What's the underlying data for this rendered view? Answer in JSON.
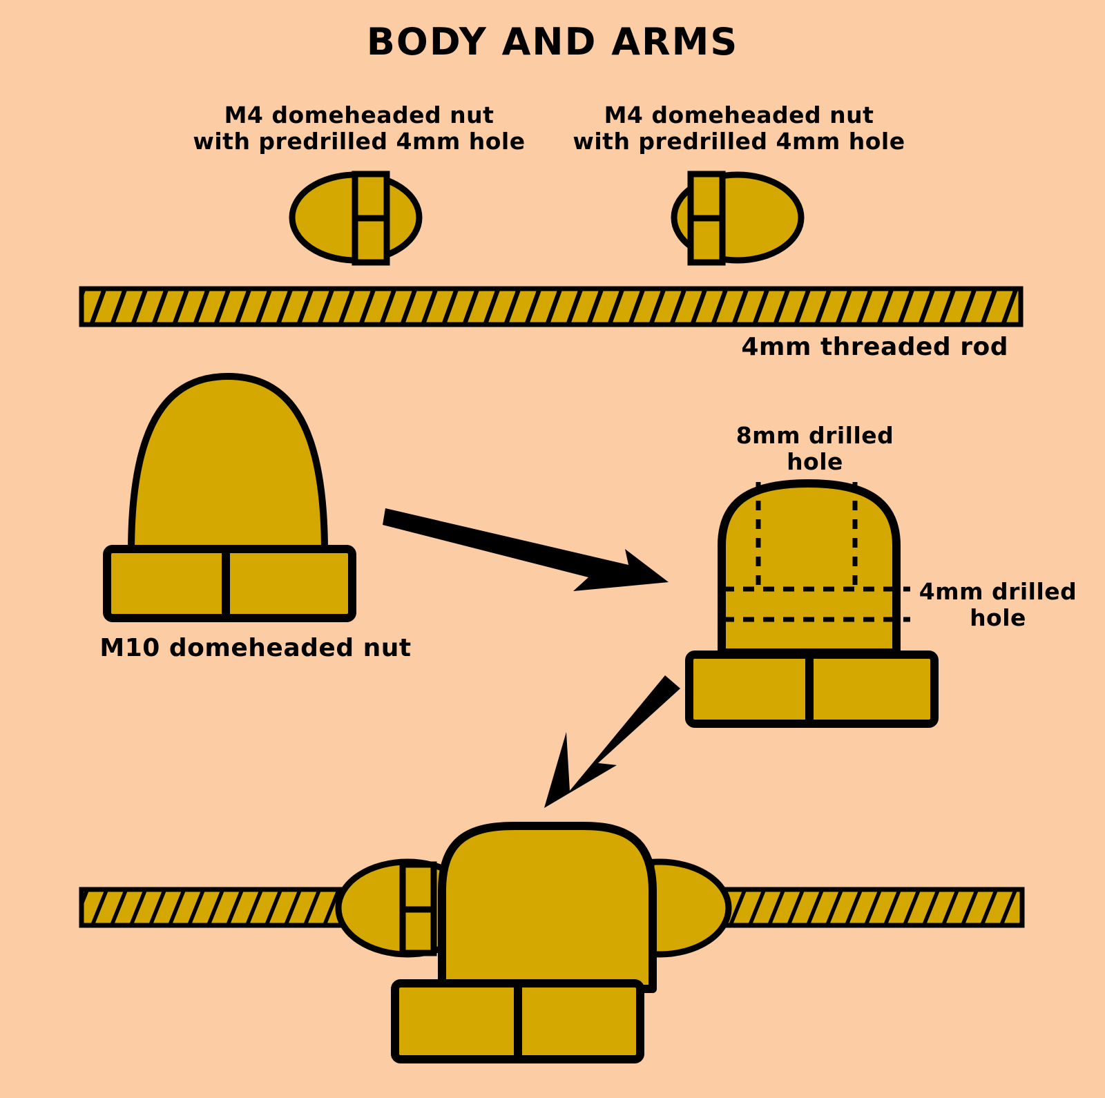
{
  "title": "BODY AND ARMS",
  "labels": {
    "m4_nut_left": "M4 domeheaded nut\nwith predrilled 4mm hole",
    "m4_nut_right": "M4 domeheaded nut\nwith predrilled 4mm hole",
    "threaded_rod": "4mm threaded rod",
    "m10_nut": "M10 domeheaded nut",
    "hole_8mm": "8mm drilled\nhole",
    "hole_4mm": "4mm drilled\nhole"
  },
  "colors": {
    "background": "#fccca5",
    "brass": "#d4a800",
    "outline": "#000000",
    "text": "#000000"
  },
  "parts": [
    {
      "name": "m4-domeheaded-nut-left",
      "label": "M4 domeheaded nut with predrilled 4mm hole",
      "orientation": "dome-left-flange-right"
    },
    {
      "name": "m4-domeheaded-nut-right",
      "label": "M4 domeheaded nut with predrilled 4mm hole",
      "orientation": "dome-right-flange-left"
    },
    {
      "name": "threaded-rod",
      "label": "4mm threaded rod",
      "orientation": "horizontal",
      "hatching": "diagonal-threads"
    },
    {
      "name": "m10-domeheaded-nut",
      "label": "M10 domeheaded nut",
      "orientation": "dome-up-base-down"
    },
    {
      "name": "m10-nut-drilled",
      "label": "M10 nut with 8mm and 4mm drilled holes",
      "annotations": [
        "8mm drilled hole",
        "4mm drilled hole"
      ]
    },
    {
      "name": "final-assembly",
      "label": "Body and arms assembled on threaded rod"
    }
  ],
  "arrows": [
    {
      "name": "arrow-drill-step",
      "direction": "right-down"
    },
    {
      "name": "arrow-assemble-step",
      "direction": "left-down"
    }
  ]
}
